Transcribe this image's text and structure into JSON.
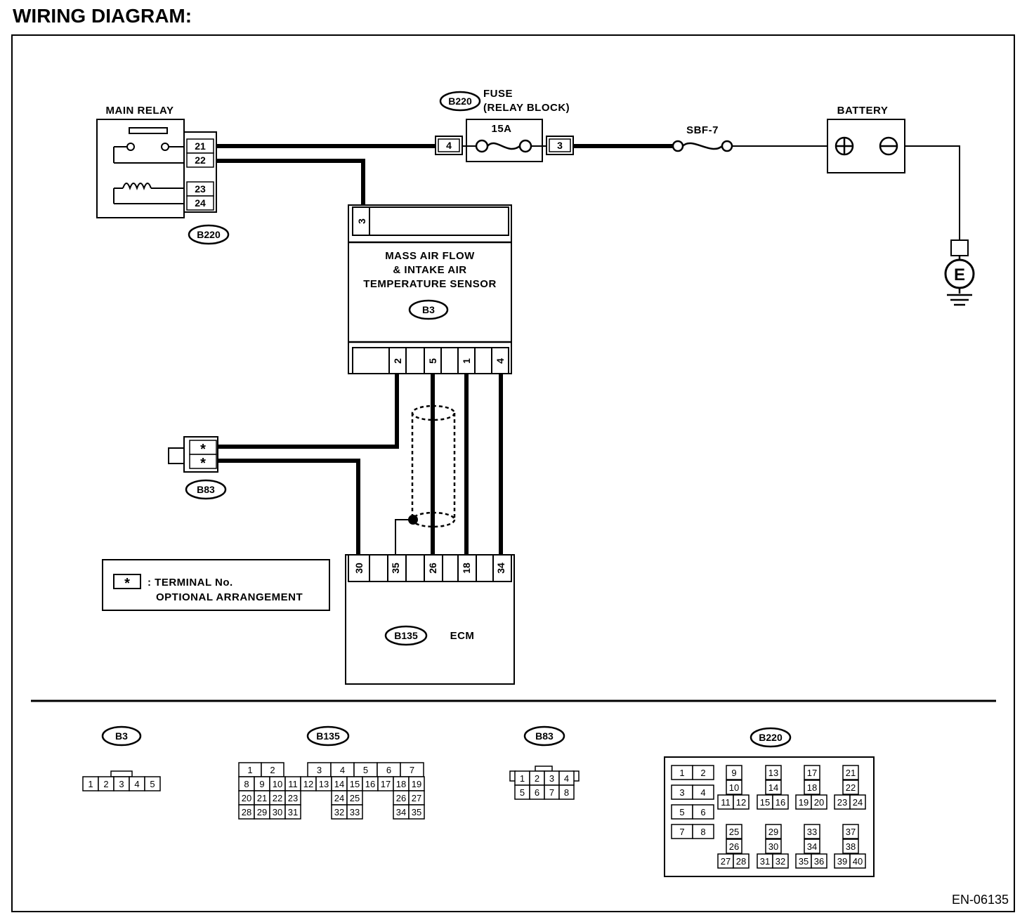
{
  "title": "WIRING DIAGRAM:",
  "doc_code": "EN-06135",
  "main_relay": {
    "label": "MAIN RELAY",
    "tag": "B220",
    "pins": [
      "21",
      "22",
      "23",
      "24"
    ]
  },
  "fuse": {
    "tag": "B220",
    "label_1": "FUSE",
    "label_2": "(RELAY BLOCK)",
    "rating": "15A",
    "pin_left": "4",
    "pin_right": "3"
  },
  "sbf": {
    "label": "SBF-7"
  },
  "battery": {
    "label": "BATTERY"
  },
  "ground": {
    "label": "E"
  },
  "maf": {
    "label_1": "MASS AIR FLOW",
    "label_2": "& INTAKE AIR",
    "label_3": "TEMPERATURE SENSOR",
    "tag": "B3",
    "top_pin": "3",
    "bottom_pins": [
      "2",
      "5",
      "1",
      "4"
    ]
  },
  "b83": {
    "tag": "B83",
    "pins": [
      "*",
      "*"
    ]
  },
  "ecm": {
    "label": "ECM",
    "tag": "B135",
    "pins": [
      "30",
      "35",
      "26",
      "18",
      "34"
    ]
  },
  "legend": {
    "symbol": "*",
    "line_1": ": TERMINAL No.",
    "line_2": "OPTIONAL ARRANGEMENT"
  },
  "connectors": {
    "b3": {
      "tag": "B3",
      "cells": [
        "1",
        "2",
        "3",
        "4",
        "5"
      ]
    },
    "b135": {
      "tag": "B135",
      "row1": [
        "1",
        "2",
        "3",
        "4",
        "5",
        "6",
        "7"
      ],
      "row2": [
        "8",
        "9",
        "10",
        "11",
        "12",
        "13",
        "14",
        "15",
        "16",
        "17",
        "18",
        "19"
      ],
      "row3": [
        "20",
        "21",
        "22",
        "23",
        "24",
        "25",
        "26",
        "27"
      ],
      "row4": [
        "28",
        "29",
        "30",
        "31",
        "32",
        "33",
        "34",
        "35"
      ]
    },
    "b83": {
      "tag": "B83",
      "row1": [
        "1",
        "2",
        "3",
        "4"
      ],
      "row2": [
        "5",
        "6",
        "7",
        "8"
      ]
    },
    "b220": {
      "tag": "B220",
      "pairs": [
        [
          "1",
          "2"
        ],
        [
          "3",
          "4"
        ],
        [
          "5",
          "6"
        ],
        [
          "7",
          "8"
        ]
      ],
      "groups": [
        [
          "9",
          "10",
          "11",
          "12"
        ],
        [
          "13",
          "14",
          "15",
          "16"
        ],
        [
          "17",
          "18",
          "19",
          "20"
        ],
        [
          "21",
          "22",
          "23",
          "24"
        ],
        [
          "25",
          "26",
          "27",
          "28"
        ],
        [
          "29",
          "30",
          "31",
          "32"
        ],
        [
          "33",
          "34",
          "35",
          "36"
        ],
        [
          "37",
          "38",
          "39",
          "40"
        ]
      ]
    }
  }
}
